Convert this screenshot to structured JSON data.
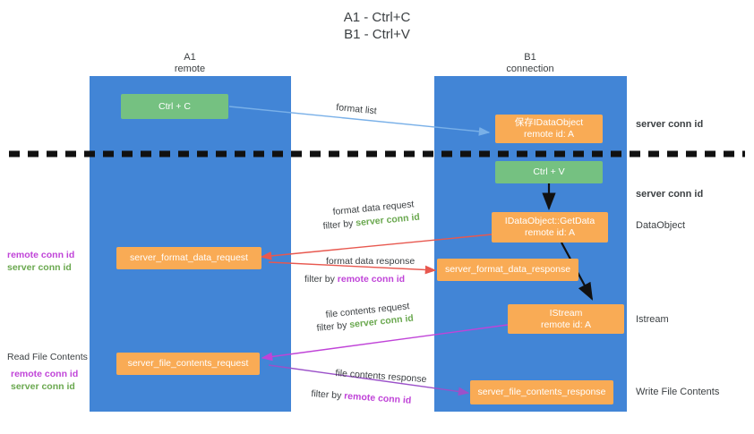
{
  "title": {
    "line1": "A1 - Ctrl+C",
    "line2": "B1 - Ctrl+V"
  },
  "columns": [
    {
      "name": "A1",
      "sub": "remote"
    },
    {
      "name": "B1",
      "sub": "connection"
    }
  ],
  "nodes": {
    "ctrl_c": {
      "line1": "Ctrl + C",
      "line2": ""
    },
    "idataobject": {
      "line1": "保存IDataObject",
      "line2": "remote id: A"
    },
    "ctrl_v": {
      "line1": "Ctrl + V",
      "line2": ""
    },
    "getdata": {
      "line1": "IDataObject::GetData",
      "line2": "remote id: A"
    },
    "istream": {
      "line1": "IStream",
      "line2": "remote id: A"
    },
    "fmt_req": {
      "line1": "server_format_data_request",
      "line2": ""
    },
    "fmt_resp": {
      "line1": "server_format_data_response",
      "line2": ""
    },
    "file_req": {
      "line1": "server_file_contents_request",
      "line2": ""
    },
    "file_resp": {
      "line1": "server_file_contents_response",
      "line2": ""
    }
  },
  "edge_labels": {
    "format_list": "format list",
    "format_data_request": "format data request",
    "format_data_request_filter_pre": "filter by ",
    "format_data_request_filter_key": "server conn id",
    "format_data_response": "format data response",
    "format_data_response_filter_pre": "filter by ",
    "format_data_response_filter_key": "remote conn id",
    "file_contents_request": "file contents request",
    "file_contents_request_filter_pre": "filter by ",
    "file_contents_request_filter_key": "server conn id",
    "file_contents_response": "file contents response",
    "file_contents_response_filter_pre": "filter by ",
    "file_contents_response_filter_key": "remote conn id"
  },
  "right_labels": {
    "server_conn_id_top": "server conn id",
    "server_conn_id_mid": "server conn id",
    "dataobject": "DataObject",
    "istream": "Istream",
    "write_file_contents": "Write File Contents"
  },
  "left_labels": {
    "remote_conn_id_upper": "remote conn id",
    "server_conn_id_upper": "server conn id",
    "read_file_contents": "Read File Contents",
    "remote_conn_id_lower": "remote conn id",
    "server_conn_id_lower": "server conn id"
  },
  "colors": {
    "lane": "#4285d6",
    "green_node": "#75c181",
    "orange_node": "#f9ab55",
    "green_text": "#6aa84f",
    "purple_text": "#c044d8",
    "arrow_blue": "#79b0e8",
    "arrow_red": "#e8584f",
    "arrow_magenta": "#c044d8",
    "arrow_purple": "#9b51c9",
    "arrow_black": "#000000",
    "divider": "#111111",
    "background": "#ffffff"
  }
}
